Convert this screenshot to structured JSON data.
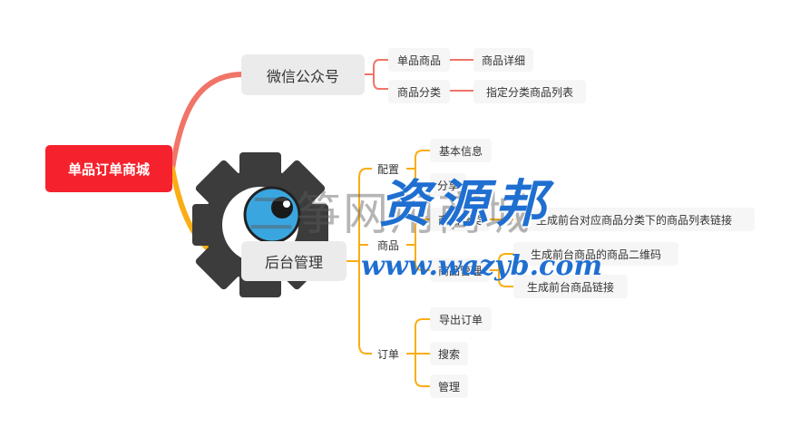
{
  "mindmap": {
    "root": "单品订单商城",
    "wechat": {
      "label": "微信公众号",
      "single_goods": "单品商品",
      "goods_detail": "商品详细",
      "goods_category": "商品分类",
      "category_list": "指定分类商品列表"
    },
    "admin": {
      "label": "后台管理",
      "config": "配置",
      "basic_info": "基本信息",
      "share": "分享",
      "goods": "商品",
      "goods_category": "商品分类",
      "category_link": "生成前台对应商品分类下的商品列表链接",
      "goods_manage": "商品管理",
      "qrcode": "生成前台商品的商品二维码",
      "goods_link": "生成前台商品链接",
      "order": "订单",
      "export_order": "导出订单",
      "search": "搜索",
      "manage": "管理"
    }
  },
  "watermark": {
    "center_text": "二筝网用商城",
    "brand": "资源邦",
    "url": "www.wazyb.com"
  },
  "colors": {
    "root": "#f5222d",
    "branch_wechat": "#f07468",
    "branch_admin": "#faad14",
    "node_bg": "#ebebeb",
    "leaf_bg": "#f6f6f6",
    "watermark_blue": "#1f6fd1",
    "gear": "#3c3c3c",
    "eye": "#3aa6e0"
  }
}
